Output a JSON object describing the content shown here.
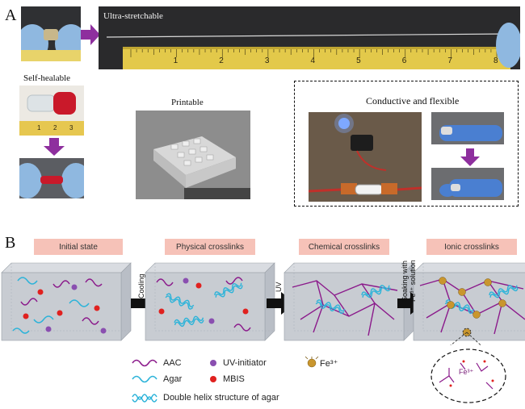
{
  "panel_a": {
    "letter": "A",
    "stretch_caption": "Ultra-stretchable",
    "heal_caption": "Self-healable",
    "print_caption": "Printable",
    "conductive_caption": "Conductive and flexible",
    "ruler_numbers": [
      "1",
      "2",
      "3",
      "4",
      "5",
      "6",
      "7",
      "8"
    ],
    "small_ruler_numbers": [
      "1",
      "2",
      "3"
    ]
  },
  "panel_b": {
    "letter": "B",
    "stages": [
      {
        "label": "Initial state"
      },
      {
        "label": "Physical crosslinks"
      },
      {
        "label": "Chemical crosslinks"
      },
      {
        "label": "Ionic crosslinks"
      }
    ],
    "arrows": [
      {
        "label": "Cooling"
      },
      {
        "label": "UV"
      },
      {
        "label_line1": "Soaking with",
        "label_line2": "Fe³⁺ solution"
      }
    ],
    "zoom_label": "Fe³⁺",
    "legend": {
      "aac": "AAC",
      "agar": "Agar",
      "uv_initiator": "UV-initiator",
      "mbis": "MBIS",
      "fe": "Fe³⁺",
      "helix": "Double helix structure of agar"
    }
  },
  "colors": {
    "aac": "#8b1a8b",
    "agar": "#2bb3d9",
    "uv_initiator": "#8a4fb0",
    "mbis": "#e0211f",
    "fe": "#c9962e",
    "arrow_purple": "#8e2f9e",
    "stage_label": "#f6c2b8",
    "box": "#c7cbd1"
  }
}
